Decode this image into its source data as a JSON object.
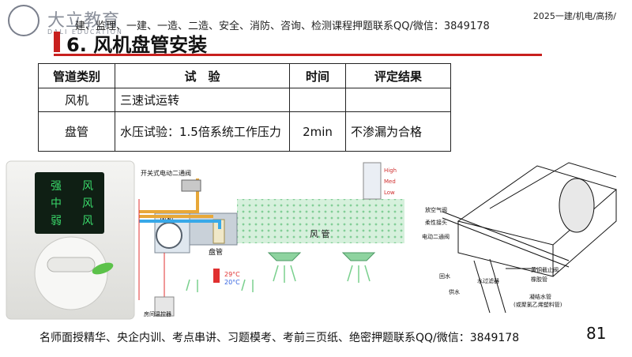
{
  "logo": {
    "cn": "大立教育",
    "en": "DALI EDUCATION"
  },
  "banner": "建、监理、一建、一造、二造、安全、消防、咨询、检测课程押题联系QQ/微信：3849178",
  "banner_right": "2025一建/机电/高扬/",
  "title": "6. 风机盘管安装",
  "table": {
    "headers": [
      "管道类别",
      "试　验",
      "时间",
      "评定结果"
    ],
    "rows": [
      [
        "风机",
        "三速试运转",
        "",
        ""
      ],
      [
        "盘管",
        "水压试验：1.5倍系统工作压力",
        "2min",
        "不渗漏为合格"
      ]
    ]
  },
  "panel": {
    "rows": [
      [
        "强",
        "风"
      ],
      [
        "中",
        "风"
      ],
      [
        "弱",
        "风"
      ]
    ]
  },
  "system": {
    "valve_label": "开关式电动二通阀",
    "fan_label": "风机",
    "coil_label": "盘管",
    "air_label": "风 管",
    "speeds": [
      "High",
      "Med",
      "Low"
    ],
    "temps": [
      "29°C",
      "20°C"
    ],
    "thermostat_label": "房间温控器"
  },
  "unit_labels": {
    "vent": "放空气阀",
    "joint": "柔性接头",
    "valve": "电动二通阀",
    "filter": "水过滤器",
    "supply": "供水",
    "return": "回水",
    "copper": "黄铜截止阀",
    "hose": "橡胶管",
    "drain": "凝结水管",
    "insulation": "(或聚氯乙烯塑料管)"
  },
  "footer": "名师面授精华、央企内训、考点串讲、习题模考、考前三页纸、绝密押题联系QQ/微信：3849178",
  "page_number": "81"
}
